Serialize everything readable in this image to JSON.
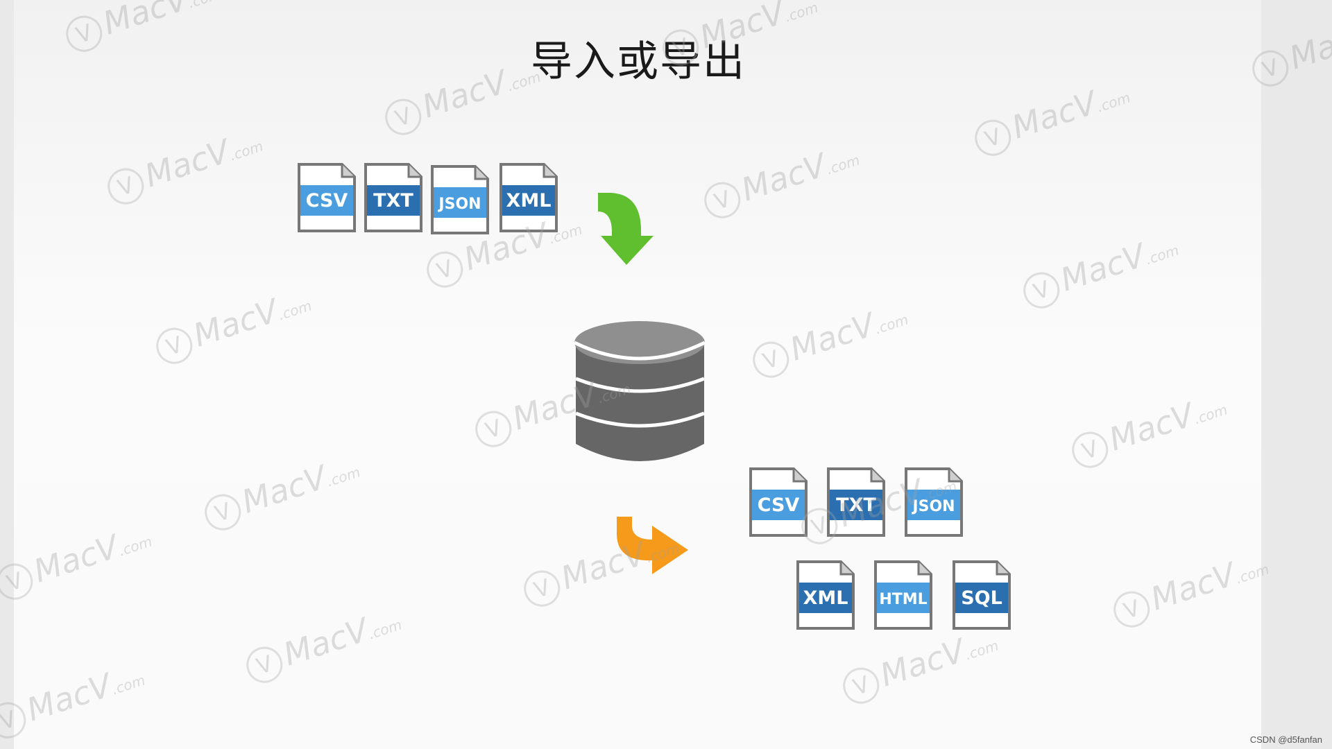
{
  "title": "导入或导出",
  "import_files": [
    "CSV",
    "TXT",
    "JSON",
    "XML"
  ],
  "export_files_row1": [
    "CSV",
    "TXT",
    "JSON"
  ],
  "export_files_row2": [
    "XML",
    "HTML",
    "SQL"
  ],
  "watermark": {
    "brand": "MacV",
    "suffix": ".com",
    "logo": "V"
  },
  "footer": "CSDN @d5fanfan",
  "colors": {
    "import_arrow": "#5fbf2e",
    "export_arrow": "#f59a1a",
    "database": "#666666",
    "file_light": "#4a9ee0",
    "file_dark": "#2c6fb0"
  }
}
